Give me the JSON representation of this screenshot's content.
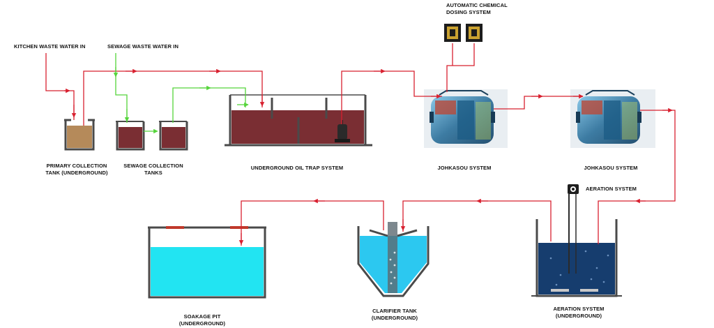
{
  "labels": {
    "kitchen_in": "KITCHEN WASTE WATER IN",
    "sewage_in": "SEWAGE WASTE WATER IN",
    "dosing_1": "AUTOMATIC CHEMICAL",
    "dosing_2": "DOSING SYSTEM",
    "primary_1": "PRIMARY COLLECTION",
    "primary_2": "TANK (UNDERGROUND)",
    "sewage_tanks_1": "SEWAGE COLLECTION",
    "sewage_tanks_2": "TANKS",
    "oil_trap": "UNDERGROUND OIL TRAP SYSTEM",
    "johkasou_1": "JOHKASOU SYSTEM",
    "johkasou_2": "JOHKASOU SYSTEM",
    "aeration_top": "AERATION SYSTEM",
    "soakage_1": "SOAKAGE PIT",
    "soakage_2": "(UNDERGROUND)",
    "clarifier_1": "CLARIFIER TANK",
    "clarifier_2": "(UNDERGROUND)",
    "aeration_1": "AERATION SYSTEM",
    "aeration_2": "(UNDERGROUND)"
  },
  "colors": {
    "flow_red": "#d8202f",
    "flow_green": "#55d43a",
    "tank_outline": "#4a4a4a",
    "kitchen_fill": "#b58a5a",
    "sewage_fill": "#7a2e33",
    "oil_fill": "#7a2e33",
    "soakage_fill": "#22e4f2",
    "clarifier_fill": "#2cc8f0",
    "aeration_fill": "#163d6e",
    "johkasou_body": "#2a6f9a"
  }
}
